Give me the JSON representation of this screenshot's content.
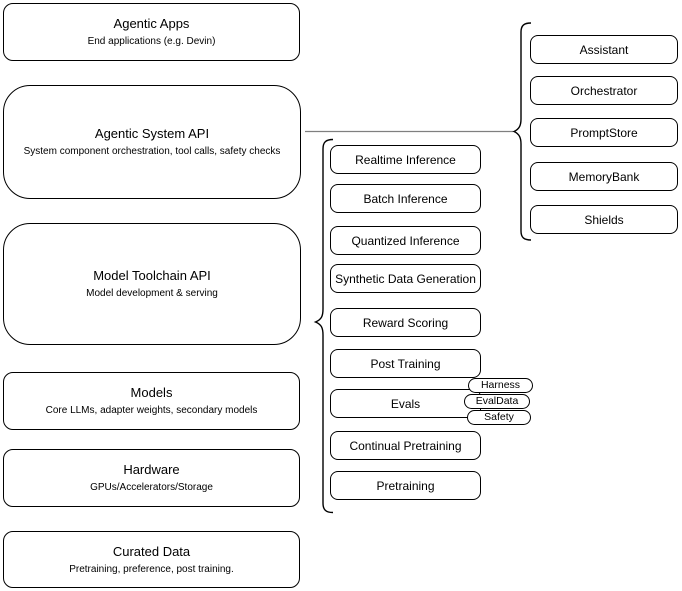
{
  "diagram": {
    "left_stack": [
      {
        "title": "Agentic Apps",
        "subtitle": "End applications (e.g. Devin)"
      },
      {
        "title": "Agentic System API",
        "subtitle": "System component orchestration, tool calls, safety checks"
      },
      {
        "title": "Model Toolchain API",
        "subtitle": "Model development & serving"
      },
      {
        "title": "Models",
        "subtitle": "Core LLMs, adapter weights, secondary models"
      },
      {
        "title": "Hardware",
        "subtitle": "GPUs/Accelerators/Storage"
      },
      {
        "title": "Curated Data",
        "subtitle": "Pretraining, preference, post training."
      }
    ],
    "toolchain_items": [
      "Realtime Inference",
      "Batch Inference",
      "Quantized Inference",
      "Synthetic Data Generation",
      "Reward Scoring",
      "Post Training",
      "Evals",
      "Continual Pretraining",
      "Pretraining"
    ],
    "evals_tags": [
      "Harness",
      "EvalData",
      "Safety"
    ],
    "system_components": [
      "Assistant",
      "Orchestrator",
      "PromptStore",
      "MemoryBank",
      "Shields"
    ],
    "colors": {
      "stroke": "#000000",
      "connector": "#7f7f7f",
      "fill": "#ffffff",
      "text": "#000000"
    }
  }
}
